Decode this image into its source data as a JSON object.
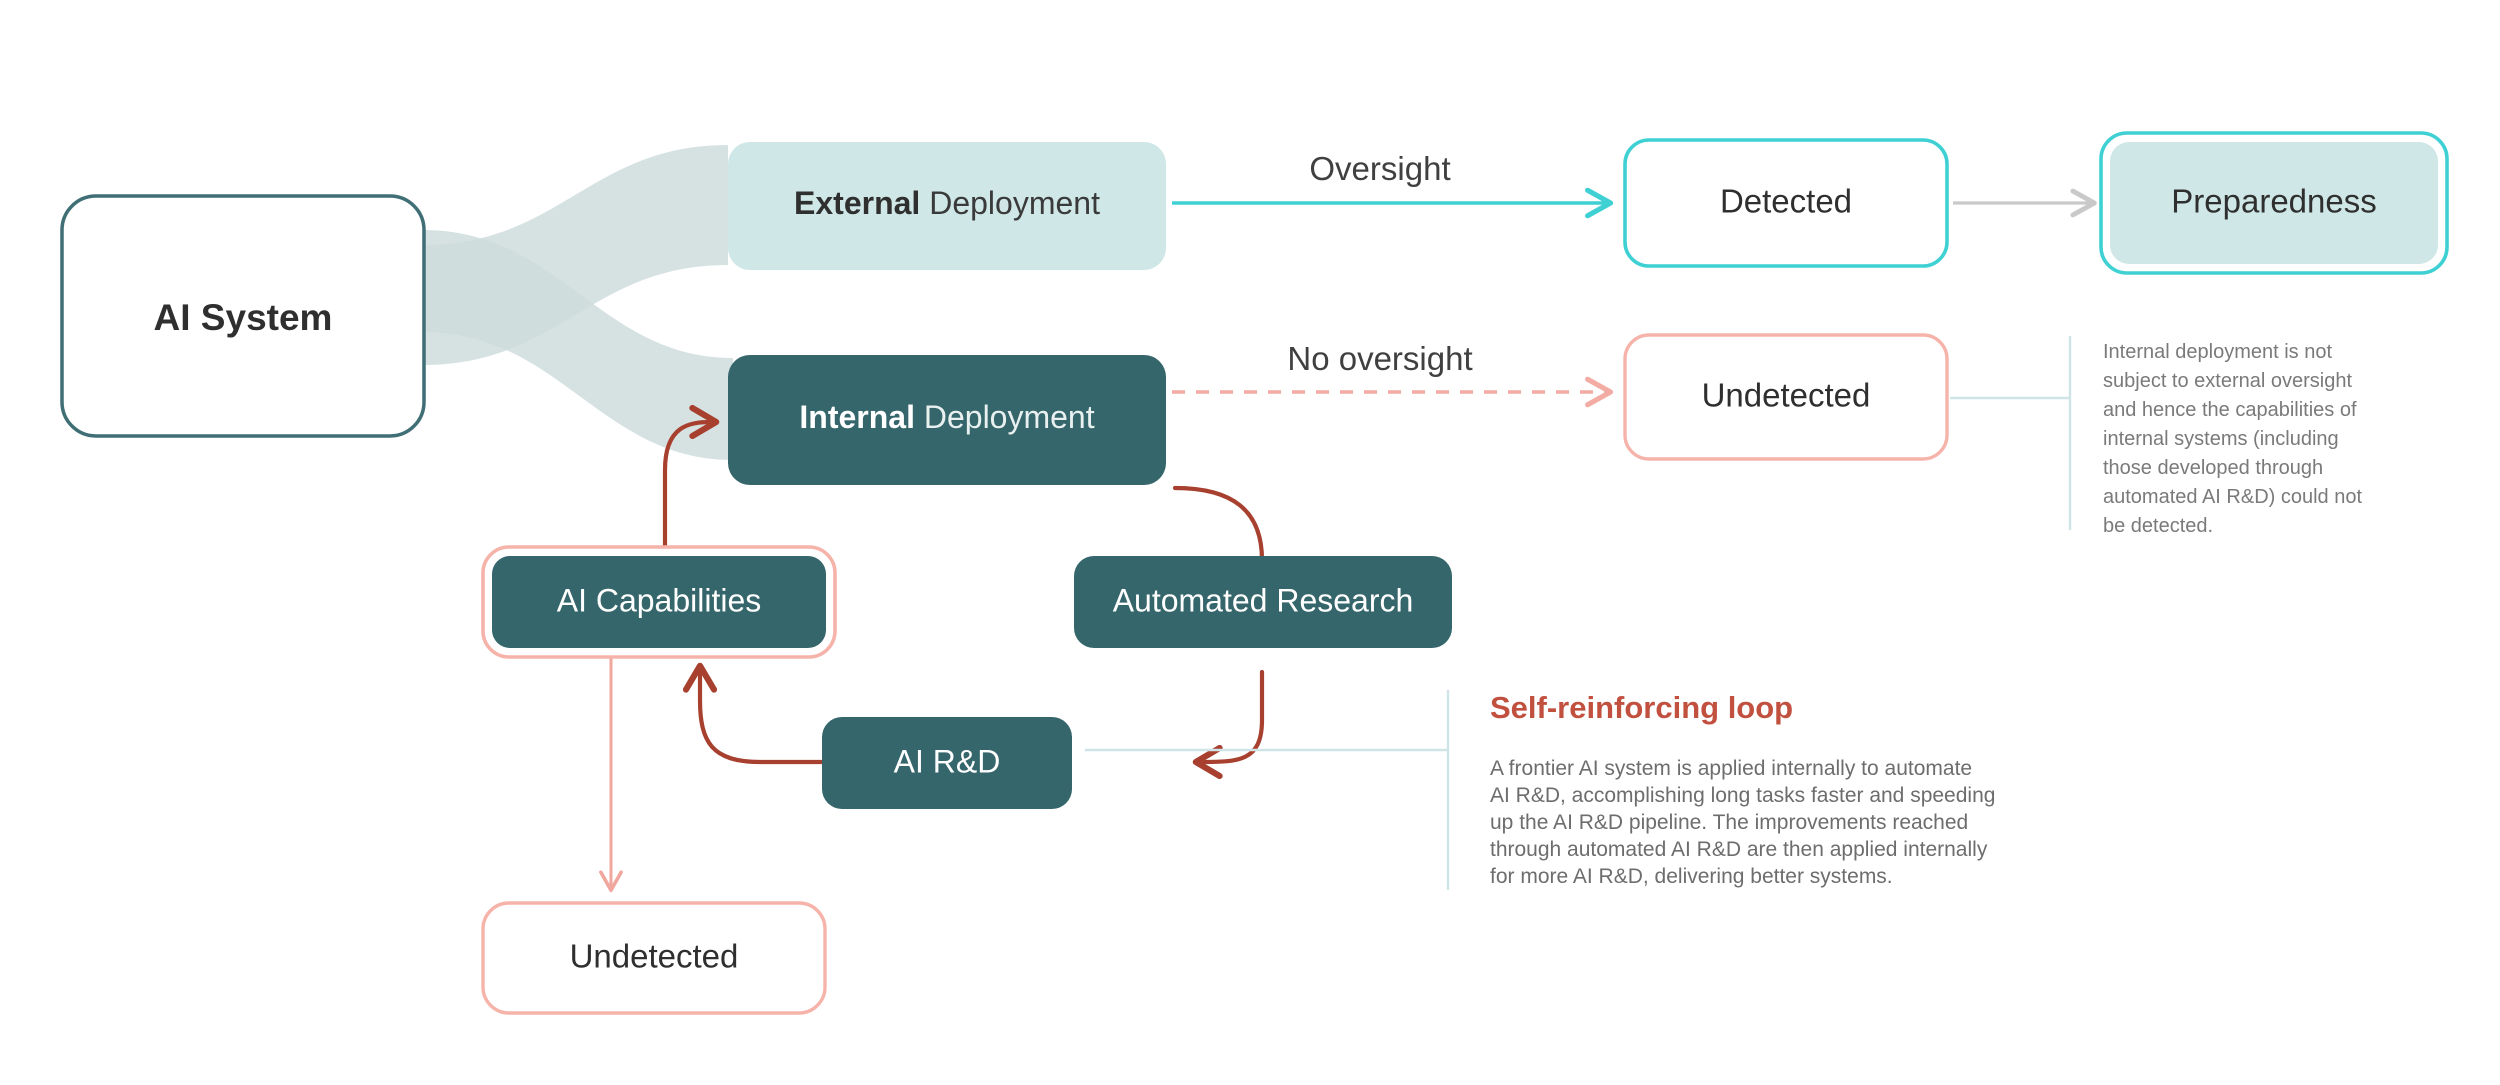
{
  "diagram": {
    "title": "AI System deployment and self-reinforcing loop diagram",
    "colors": {
      "teal_dark": "#35666b",
      "teal_light_fill": "#cfe7e7",
      "teal_border": "#3f6f75",
      "cyan": "#3fd0d4",
      "salmon": "#f3aca4",
      "brick": "#a8402f",
      "gray_arrow": "#c9c9c9",
      "ribbon": "#ccd9d9",
      "annotation_rule": "#cfe4e6",
      "loop_title": "#c1503f",
      "text_dark": "#2f2f2f",
      "text_light": "#ffffff",
      "text_muted": "#6d6d6d"
    },
    "nodes": [
      {
        "id": "ai-system",
        "label": "AI System",
        "style": "outline-teal"
      },
      {
        "id": "external-deployment",
        "label_bold": "External",
        "label_rest": " Deployment",
        "style": "fill-light-teal"
      },
      {
        "id": "internal-deployment",
        "label_bold": "Internal",
        "label_rest": " Deployment",
        "style": "fill-dark-teal"
      },
      {
        "id": "detected",
        "label": "Detected",
        "style": "outline-cyan"
      },
      {
        "id": "preparedness",
        "label": "Preparedness",
        "style": "double-cyan"
      },
      {
        "id": "undetected-top",
        "label": "Undetected",
        "style": "outline-salmon"
      },
      {
        "id": "ai-capabilities",
        "label": "AI Capabilities",
        "style": "dark-teal-salmon-ring"
      },
      {
        "id": "automated-research",
        "label": "Automated Research",
        "style": "fill-dark-teal"
      },
      {
        "id": "ai-rnd",
        "label": "AI R&D",
        "style": "fill-dark-teal"
      },
      {
        "id": "undetected-bottom",
        "label": "Undetected",
        "style": "outline-salmon"
      }
    ],
    "edge_labels": {
      "oversight": "Oversight",
      "no_oversight": "No oversight"
    },
    "annotations": {
      "internal_note": {
        "lines": [
          "Internal deployment is not",
          "subject to external oversight",
          "and hence the capabilities of",
          "internal systems (including",
          "those developed through",
          "automated AI R&D) could not",
          "be detected."
        ]
      },
      "loop_note": {
        "title": "Self-reinforcing loop",
        "lines": [
          "A frontier AI system is applied internally to automate",
          "AI R&D, accomplishing long tasks faster and speeding",
          "up the AI R&D pipeline. The improvements reached",
          "through automated AI R&D are then applied internally",
          "for more AI R&D, delivering better systems."
        ]
      }
    }
  }
}
